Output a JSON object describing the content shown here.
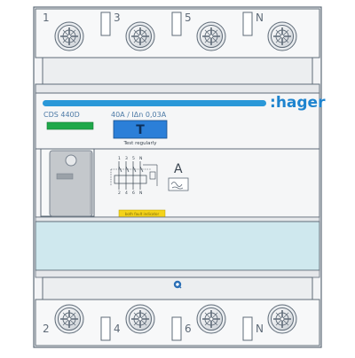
{
  "terminals": {
    "top": [
      "1",
      "3",
      "5",
      "N"
    ],
    "bottom": [
      "2",
      "4",
      "6",
      "N"
    ]
  },
  "brand": {
    "name": "hager",
    "prefix": ":"
  },
  "device": {
    "model": "CDS 440D",
    "rating": "40A / IΔn  0,03A",
    "test_label": "Test regularly",
    "test_button_glyph": "T",
    "type_letter": "A",
    "indicator_text": "both fault indicator"
  },
  "schematic": {
    "pole_labels": [
      "1",
      "3",
      "5",
      "N"
    ],
    "pole_labels_bottom": [
      "2",
      "4",
      "6",
      "N"
    ]
  },
  "colors": {
    "stroke": "#5f6b78",
    "body_light": "#f3f4f6",
    "body_mid": "#e6e8eb",
    "blue_bar": "#2a98d8",
    "test_button": "#2b7fd8",
    "indicator_green": "#1fa84a",
    "indicator_yellow": "#f4d31a",
    "label_window": "#cfe8ee",
    "toggle_grey": "#c4c8cc",
    "logo_blue": "#1e84cf"
  },
  "icons": {
    "screw": "terminal-screw-icon",
    "logo": "hager-logo-icon",
    "center_mark": "q-mark-icon",
    "schematic": "rcd-schematic-icon",
    "waveform": "ac-pulse-waveform-icon"
  }
}
